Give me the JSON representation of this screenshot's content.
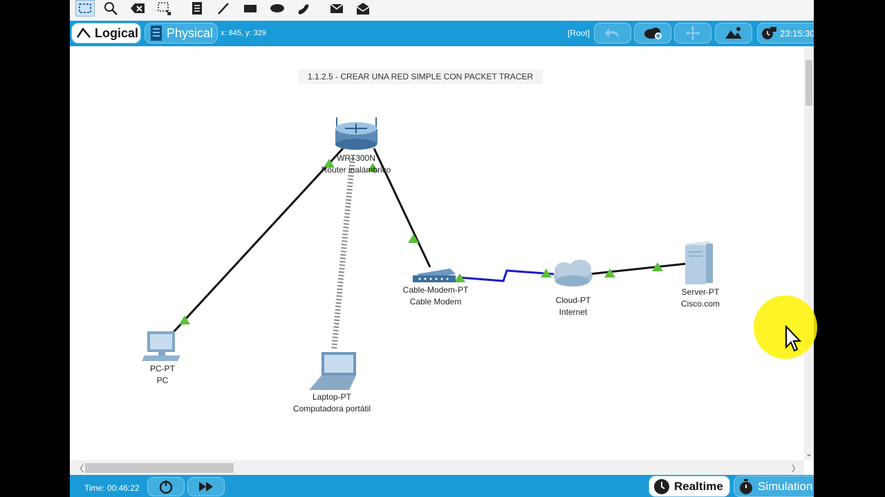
{
  "toolbar": {
    "tools": [
      "select-icon",
      "inspect-icon",
      "delete-icon",
      "resize-icon",
      "note-icon",
      "draw-line-icon",
      "rectangle-icon",
      "ellipse-icon",
      "freeform-icon",
      "simple-pdu-icon",
      "complex-pdu-icon"
    ]
  },
  "mode_bar": {
    "logical_label": "Logical",
    "physical_label": "Physical",
    "coordinates": "x: 845, y: 329",
    "root_label": "[Root]",
    "clock": "23:15:30"
  },
  "workspace": {
    "title": "1.1.2.5 - CREAR UNA RED SIMPLE CON PACKET TRACER",
    "devices": {
      "router": {
        "model": "WRT300N",
        "name": "Router inalámbrico"
      },
      "pc": {
        "model": "PC-PT",
        "name": "PC"
      },
      "laptop": {
        "model": "Laptop-PT",
        "name": "Computadora portátil"
      },
      "modem": {
        "model": "Cable-Modem-PT",
        "name": "Cable Modem"
      },
      "cloud": {
        "model": "Cloud-PT",
        "name": "Internet"
      },
      "server": {
        "model": "Server-PT",
        "name": "Cisco.com"
      }
    },
    "colors": {
      "ethernet_link": "#111111",
      "coax_link": "#1a1acc",
      "link_up": "#5cbf3a",
      "accent": "#1a9bd7"
    }
  },
  "bottom_bar": {
    "time_label": "Time: 00:46:22",
    "realtime_label": "Realtime",
    "simulation_label": "Simulation"
  }
}
